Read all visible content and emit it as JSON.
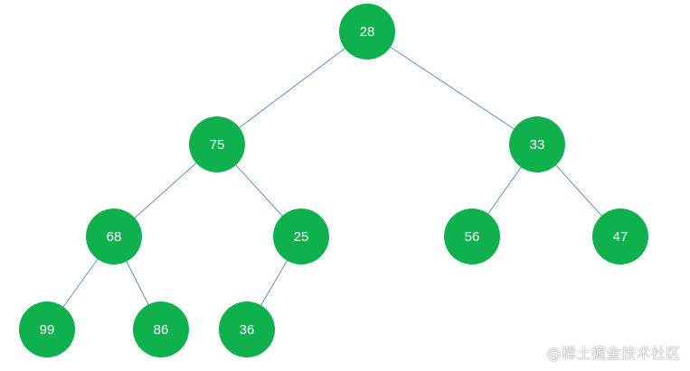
{
  "colors": {
    "node_fill": "#0fb14c",
    "edge_stroke": "#5b8fd6",
    "label_text": "#ffffff"
  },
  "tree": {
    "nodes": [
      {
        "id": "n28",
        "value": "28"
      },
      {
        "id": "n75",
        "value": "75"
      },
      {
        "id": "n33",
        "value": "33"
      },
      {
        "id": "n68",
        "value": "68"
      },
      {
        "id": "n25",
        "value": "25"
      },
      {
        "id": "n56",
        "value": "56"
      },
      {
        "id": "n47",
        "value": "47"
      },
      {
        "id": "n99",
        "value": "99"
      },
      {
        "id": "n86",
        "value": "86"
      },
      {
        "id": "n36",
        "value": "36"
      }
    ],
    "edges": [
      {
        "from": "n28",
        "to": "n75"
      },
      {
        "from": "n28",
        "to": "n33"
      },
      {
        "from": "n75",
        "to": "n68"
      },
      {
        "from": "n75",
        "to": "n25"
      },
      {
        "from": "n33",
        "to": "n56"
      },
      {
        "from": "n33",
        "to": "n47"
      },
      {
        "from": "n68",
        "to": "n99"
      },
      {
        "from": "n68",
        "to": "n86"
      },
      {
        "from": "n25",
        "to": "n36"
      }
    ]
  },
  "watermark": {
    "text": "@稀土掘金技术社区"
  }
}
